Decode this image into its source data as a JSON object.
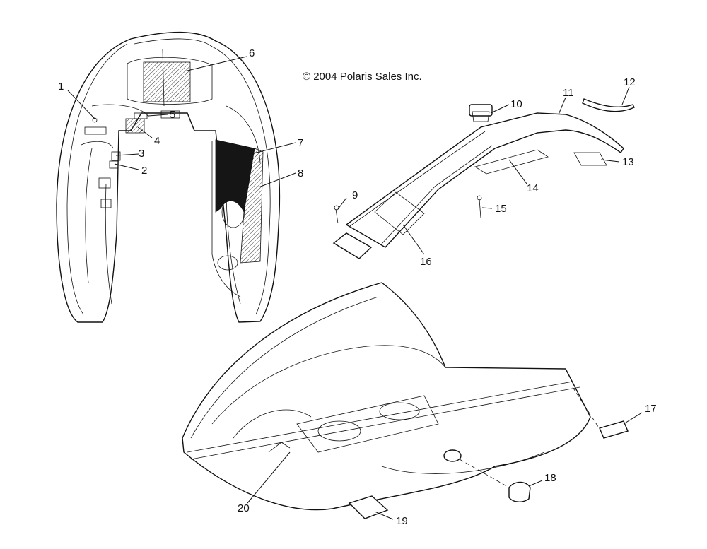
{
  "copyright": "© 2004 Polaris Sales Inc.",
  "callouts": {
    "c1": "1",
    "c2": "2",
    "c3": "3",
    "c4": "4",
    "c5": "5",
    "c6": "6",
    "c7": "7",
    "c8": "8",
    "c9": "9",
    "c10": "10",
    "c11": "11",
    "c12": "12",
    "c13": "13",
    "c14": "14",
    "c15": "15",
    "c16": "16",
    "c17": "17",
    "c18": "18",
    "c19": "19",
    "c20": "20"
  }
}
